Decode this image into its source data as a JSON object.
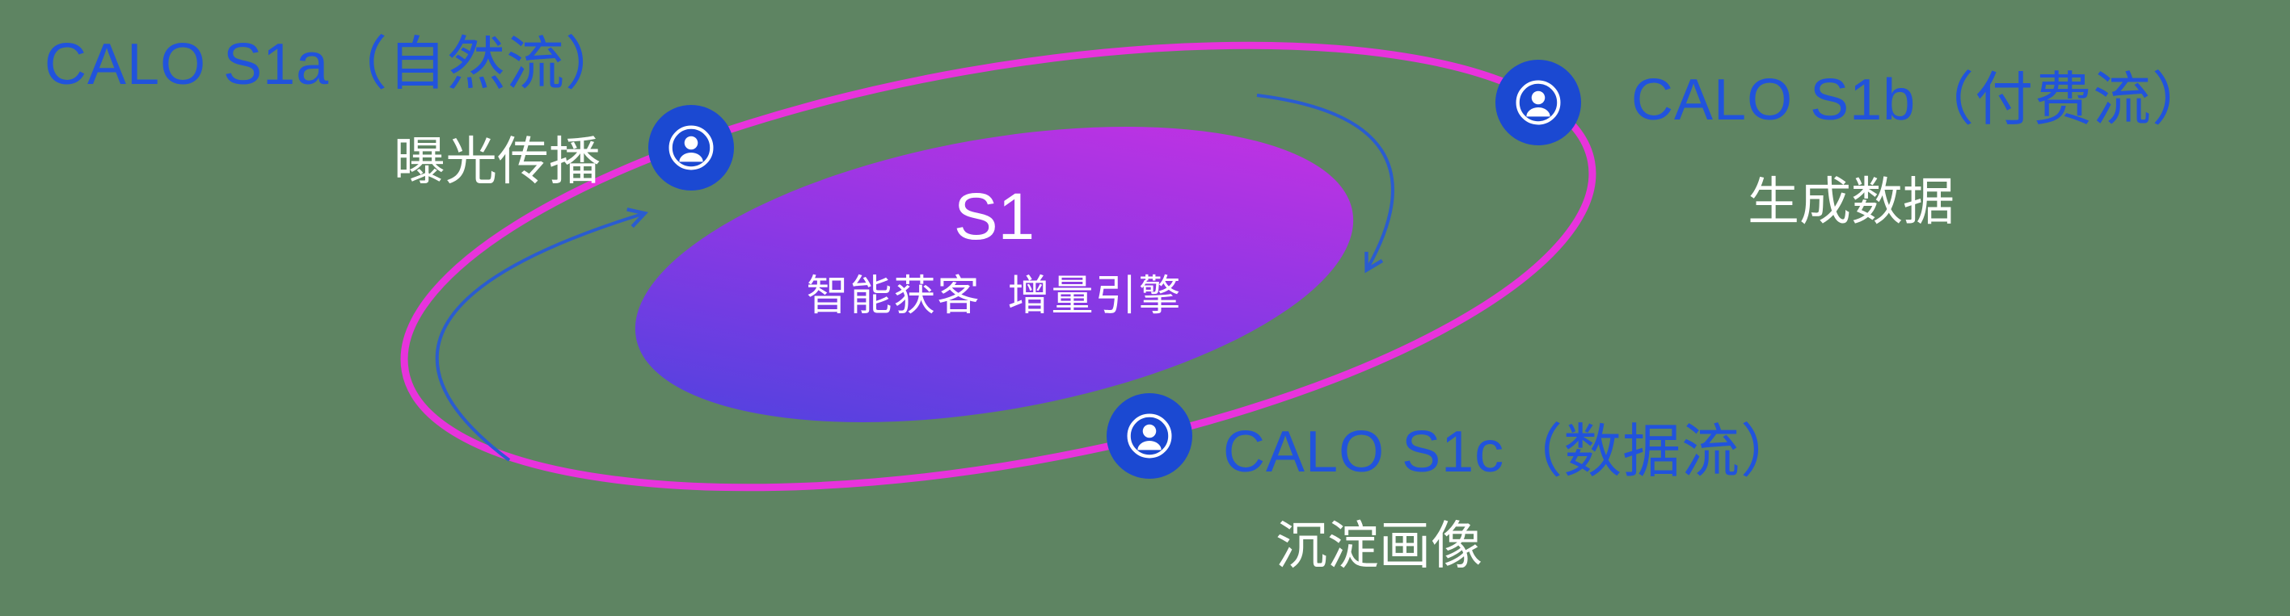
{
  "center": {
    "title": "S1",
    "subtitle": "智能获客  增量引擎"
  },
  "nodes": [
    {
      "id": "s1a",
      "label": "CALO S1a（自然流）",
      "subtitle": "曝光传播",
      "icon": "person-icon"
    },
    {
      "id": "s1b",
      "label": "CALO S1b（付费流）",
      "subtitle": "生成数据",
      "icon": "person-icon"
    },
    {
      "id": "s1c",
      "label": "CALO S1c（数据流）",
      "subtitle": "沉淀画像",
      "icon": "person-icon"
    }
  ],
  "colors": {
    "background": "#5e8462",
    "orbit_ring": "#e833dc",
    "node_fill": "#1b49d2",
    "label_text": "#2153dc",
    "subtitle_text": "#ffffff",
    "arrow": "#2a5cd0",
    "gradient_start": "#4345de",
    "gradient_mid": "#8a38e4",
    "gradient_end": "#d030e2"
  }
}
